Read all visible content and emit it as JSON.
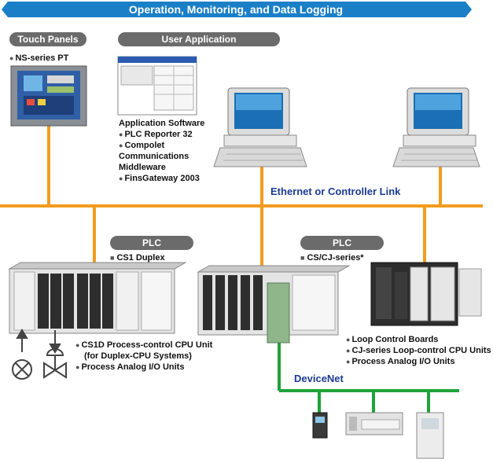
{
  "banner": {
    "title": "Operation, Monitoring, and Data Logging"
  },
  "top": {
    "touch_panels_label": "Touch Panels",
    "touch_panels_item": "NS-series PT",
    "user_app_label": "User Application",
    "app_software": {
      "heading": "Application Software",
      "items": [
        "PLC Reporter 32",
        "Compolet",
        "Communications",
        "Middleware",
        "FinsGateway 2003"
      ]
    }
  },
  "network": {
    "ethernet_label": "Ethernet or Controller Link",
    "devicenet_label": "DeviceNet"
  },
  "plc_left": {
    "label": "PLC",
    "model": "CS1 Duplex",
    "items": [
      "CS1D Process-control CPU Unit",
      "(for Duplex-CPU Systems)",
      "Process Analog I/O Units"
    ]
  },
  "plc_right": {
    "label": "PLC",
    "model": "CS/CJ-series*",
    "items": [
      "Loop Control Boards",
      "CJ-series Loop-control CPU Units",
      "Process Analog I/O Units"
    ]
  },
  "colors": {
    "ethernet": "#f39c1e",
    "devicenet": "#1ea33a",
    "banner": "#1a7fc6",
    "net_text": "#1b3c95"
  }
}
